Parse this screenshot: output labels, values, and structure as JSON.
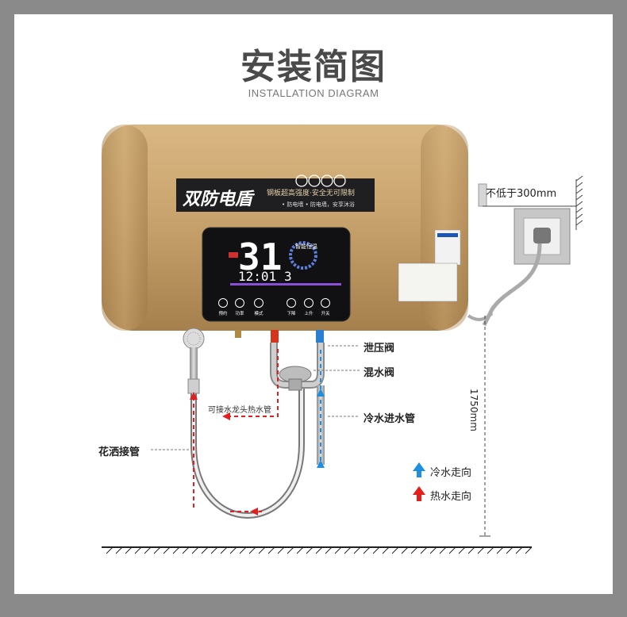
{
  "title": "安装简图",
  "subtitle": "INSTALLATION DIAGRAM",
  "heater": {
    "brand_panel": "双防电盾",
    "slogan": "钢板超高强度·安全无可限制",
    "slogan_sub": "• 防电墙 • 防电墙，安享沐浴",
    "display_temp": "31",
    "display_time": "12:01",
    "display_extra": "3",
    "display_tag": "智能恒温",
    "buttons": [
      "预约",
      "功率",
      "模式",
      "下降",
      "上升",
      "开关"
    ]
  },
  "labels": {
    "socket_height": "不低于300mm",
    "height": "1750mm",
    "relief_valve": "泄压阀",
    "mixing_valve": "混水阀",
    "cold_inlet": "冷水进水管",
    "faucet_note": "可接水龙头热水管",
    "shower_hose": "花洒接管",
    "legend_cold": "冷水走向",
    "legend_hot": "热水走向"
  },
  "colors": {
    "body_gold": "#c9a36d",
    "cold_arrow": "#1e8fe0",
    "hot_arrow": "#e21e1e",
    "frame": "#8a8a8a"
  }
}
